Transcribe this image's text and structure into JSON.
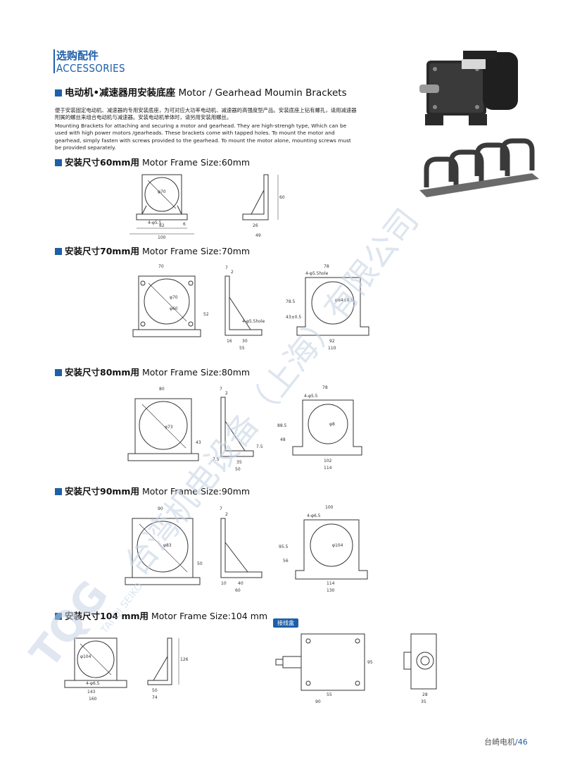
{
  "header": {
    "cn": "选购配件",
    "en": "ACCESSORIES"
  },
  "main_title": {
    "cn": "电动机•减速器用安装底座",
    "en": "Motor / Gearhead Moumin Brackets"
  },
  "description": {
    "cn": "便于安装固定电动机、减速器的专用安装底座，为可对应大功率电动机、减速器的高强度型产品。安装底座上钻有螺孔，请用减速器附属的螺丝来组合电动机与减速器。安装电动机单体时，请另用安装用螺丝。",
    "en": "Mounting Brackets for attaching and securing a motor and gearhead. They are high-strengh type, Which can be used with high power motors /gearheads. These brackets come with tapped holes. To mount the motor and gearhead, simply fasten with screws provided to the gearhead. To mount the motor alone, mounting screws must be provided separately."
  },
  "sections": [
    {
      "cn": "安装尺寸60mm用",
      "en": "Motor Frame Size:60mm"
    },
    {
      "cn": "安装尺寸70mm用",
      "en": "Motor Frame Size:70mm"
    },
    {
      "cn": "安装尺寸80mm用",
      "en": "Motor Frame Size:80mm"
    },
    {
      "cn": "安装尺寸90mm用",
      "en": "Motor Frame Size:90mm"
    },
    {
      "cn": "安装尺寸104 mm用",
      "en": "Motor Frame Size:104 mm"
    }
  ],
  "dims": {
    "s60": {
      "front": [
        "φ70",
        "4-φ5.5",
        "82",
        "100",
        "6"
      ],
      "side": [
        "60",
        "26",
        "49"
      ]
    },
    "s70": {
      "front": [
        "70",
        "φ70",
        "φ60",
        "52"
      ],
      "side": [
        "7",
        "2",
        "4-φ5.5hole",
        "16",
        "30",
        "55"
      ],
      "base": [
        "78",
        "4-φ5.5hole",
        "78.5",
        "43±0.5",
        "92",
        "110",
        "φ64±0.5"
      ]
    },
    "s80": {
      "front": [
        "80",
        "φ73",
        "43"
      ],
      "side": [
        "7",
        "2",
        "7.5",
        "7.5",
        "35",
        "50"
      ],
      "base": [
        "78",
        "4-φ5.5",
        "88.5",
        "48",
        "φ8",
        "102",
        "114"
      ]
    },
    "s90": {
      "front": [
        "90",
        "φ83",
        "50"
      ],
      "side": [
        "7",
        "2",
        "10",
        "40",
        "60"
      ],
      "base": [
        "100",
        "4-φ6.5",
        "95.5",
        "56",
        "φ104",
        "114",
        "130"
      ]
    },
    "s104": {
      "front": [
        "φ104",
        "4-φ6.5",
        "143",
        "160"
      ],
      "side": [
        "126",
        "50",
        "74"
      ],
      "jbox_label": "接线盒",
      "jbox": [
        "55",
        "90",
        "95"
      ],
      "jside": [
        "28",
        "35"
      ]
    }
  },
  "footer": {
    "brand": "台崎电机",
    "page": "/46"
  },
  "watermark": {
    "text": "台湾机电设备（上海）有限公司",
    "logo": "TQG",
    "sub": "TAI QI SEIKO"
  },
  "colors": {
    "accent": "#1d5fa8",
    "watermark": "#c8d4e6"
  }
}
